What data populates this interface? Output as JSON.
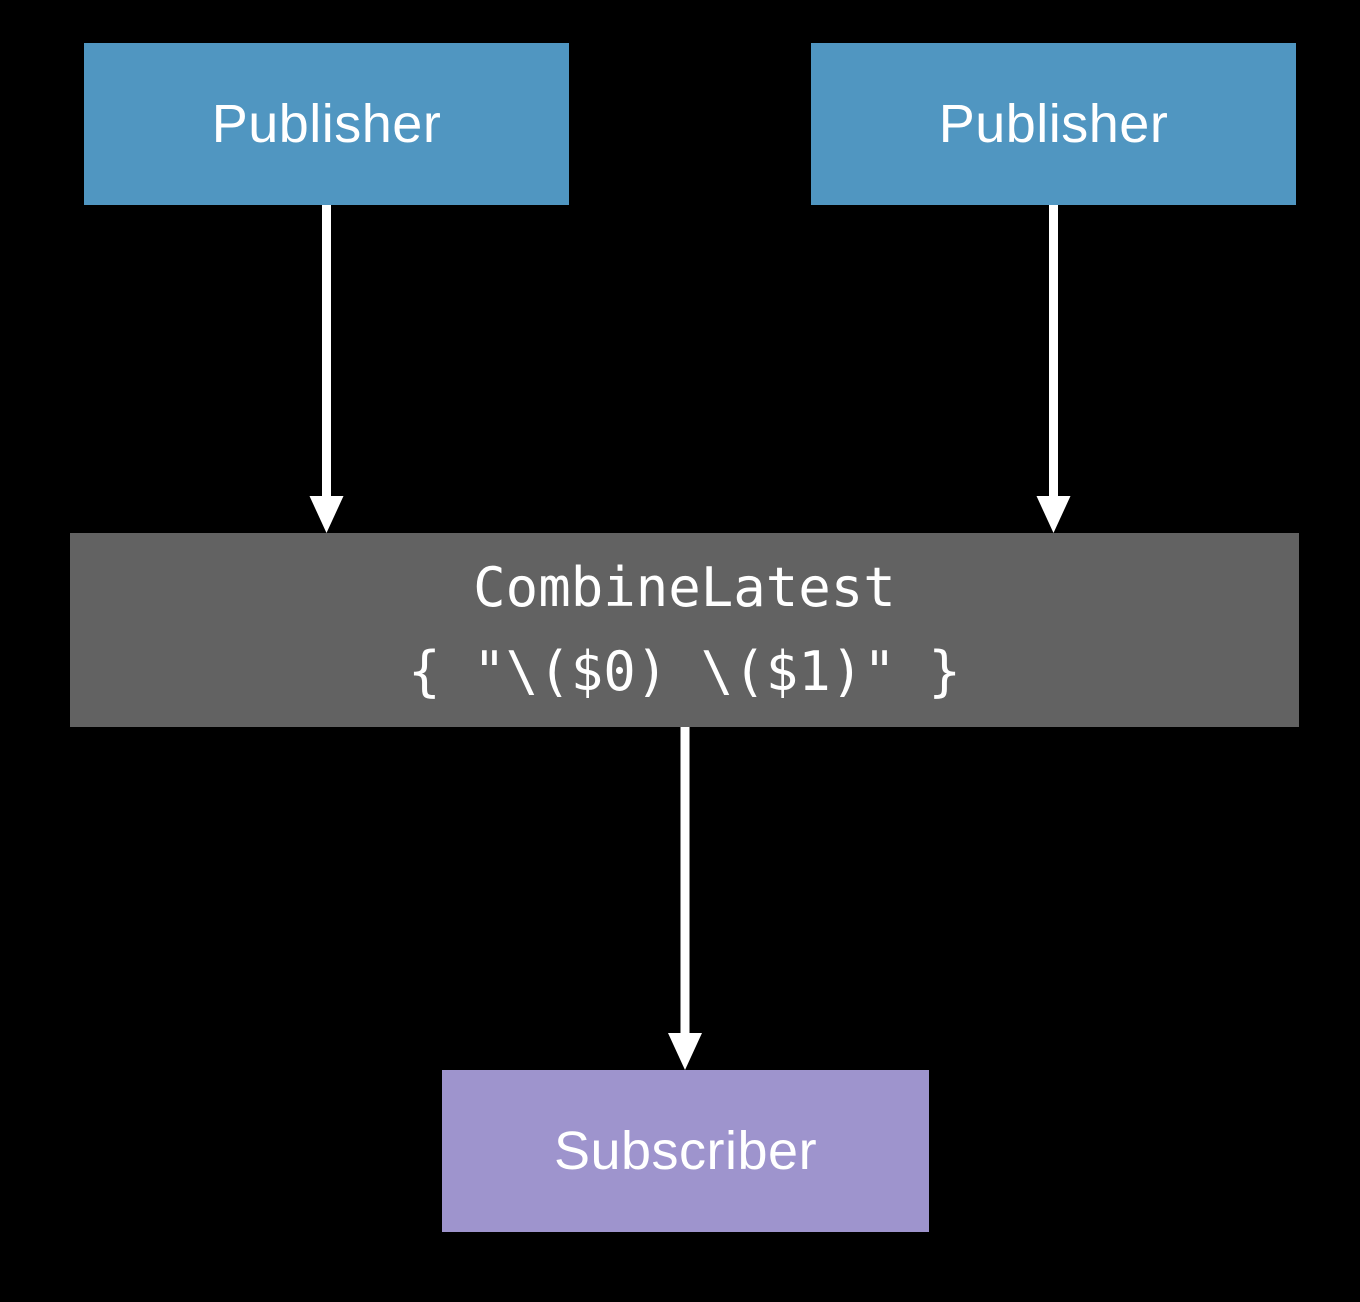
{
  "canvas": {
    "background": "#000000",
    "arrow_color": "#FFFFFF"
  },
  "nodes": {
    "publisher_left": {
      "label": "Publisher",
      "color": "#5096C1",
      "text_color": "#FFFFFF"
    },
    "publisher_right": {
      "label": "Publisher",
      "color": "#5096C1",
      "text_color": "#FFFFFF"
    },
    "operator": {
      "title": "CombineLatest",
      "code": "{ \"\\($0) \\($1)\" }",
      "color": "#626262",
      "text_color": "#FFFFFF"
    },
    "subscriber": {
      "label": "Subscriber",
      "color": "#9E94CD",
      "text_color": "#FFFFFF"
    }
  }
}
